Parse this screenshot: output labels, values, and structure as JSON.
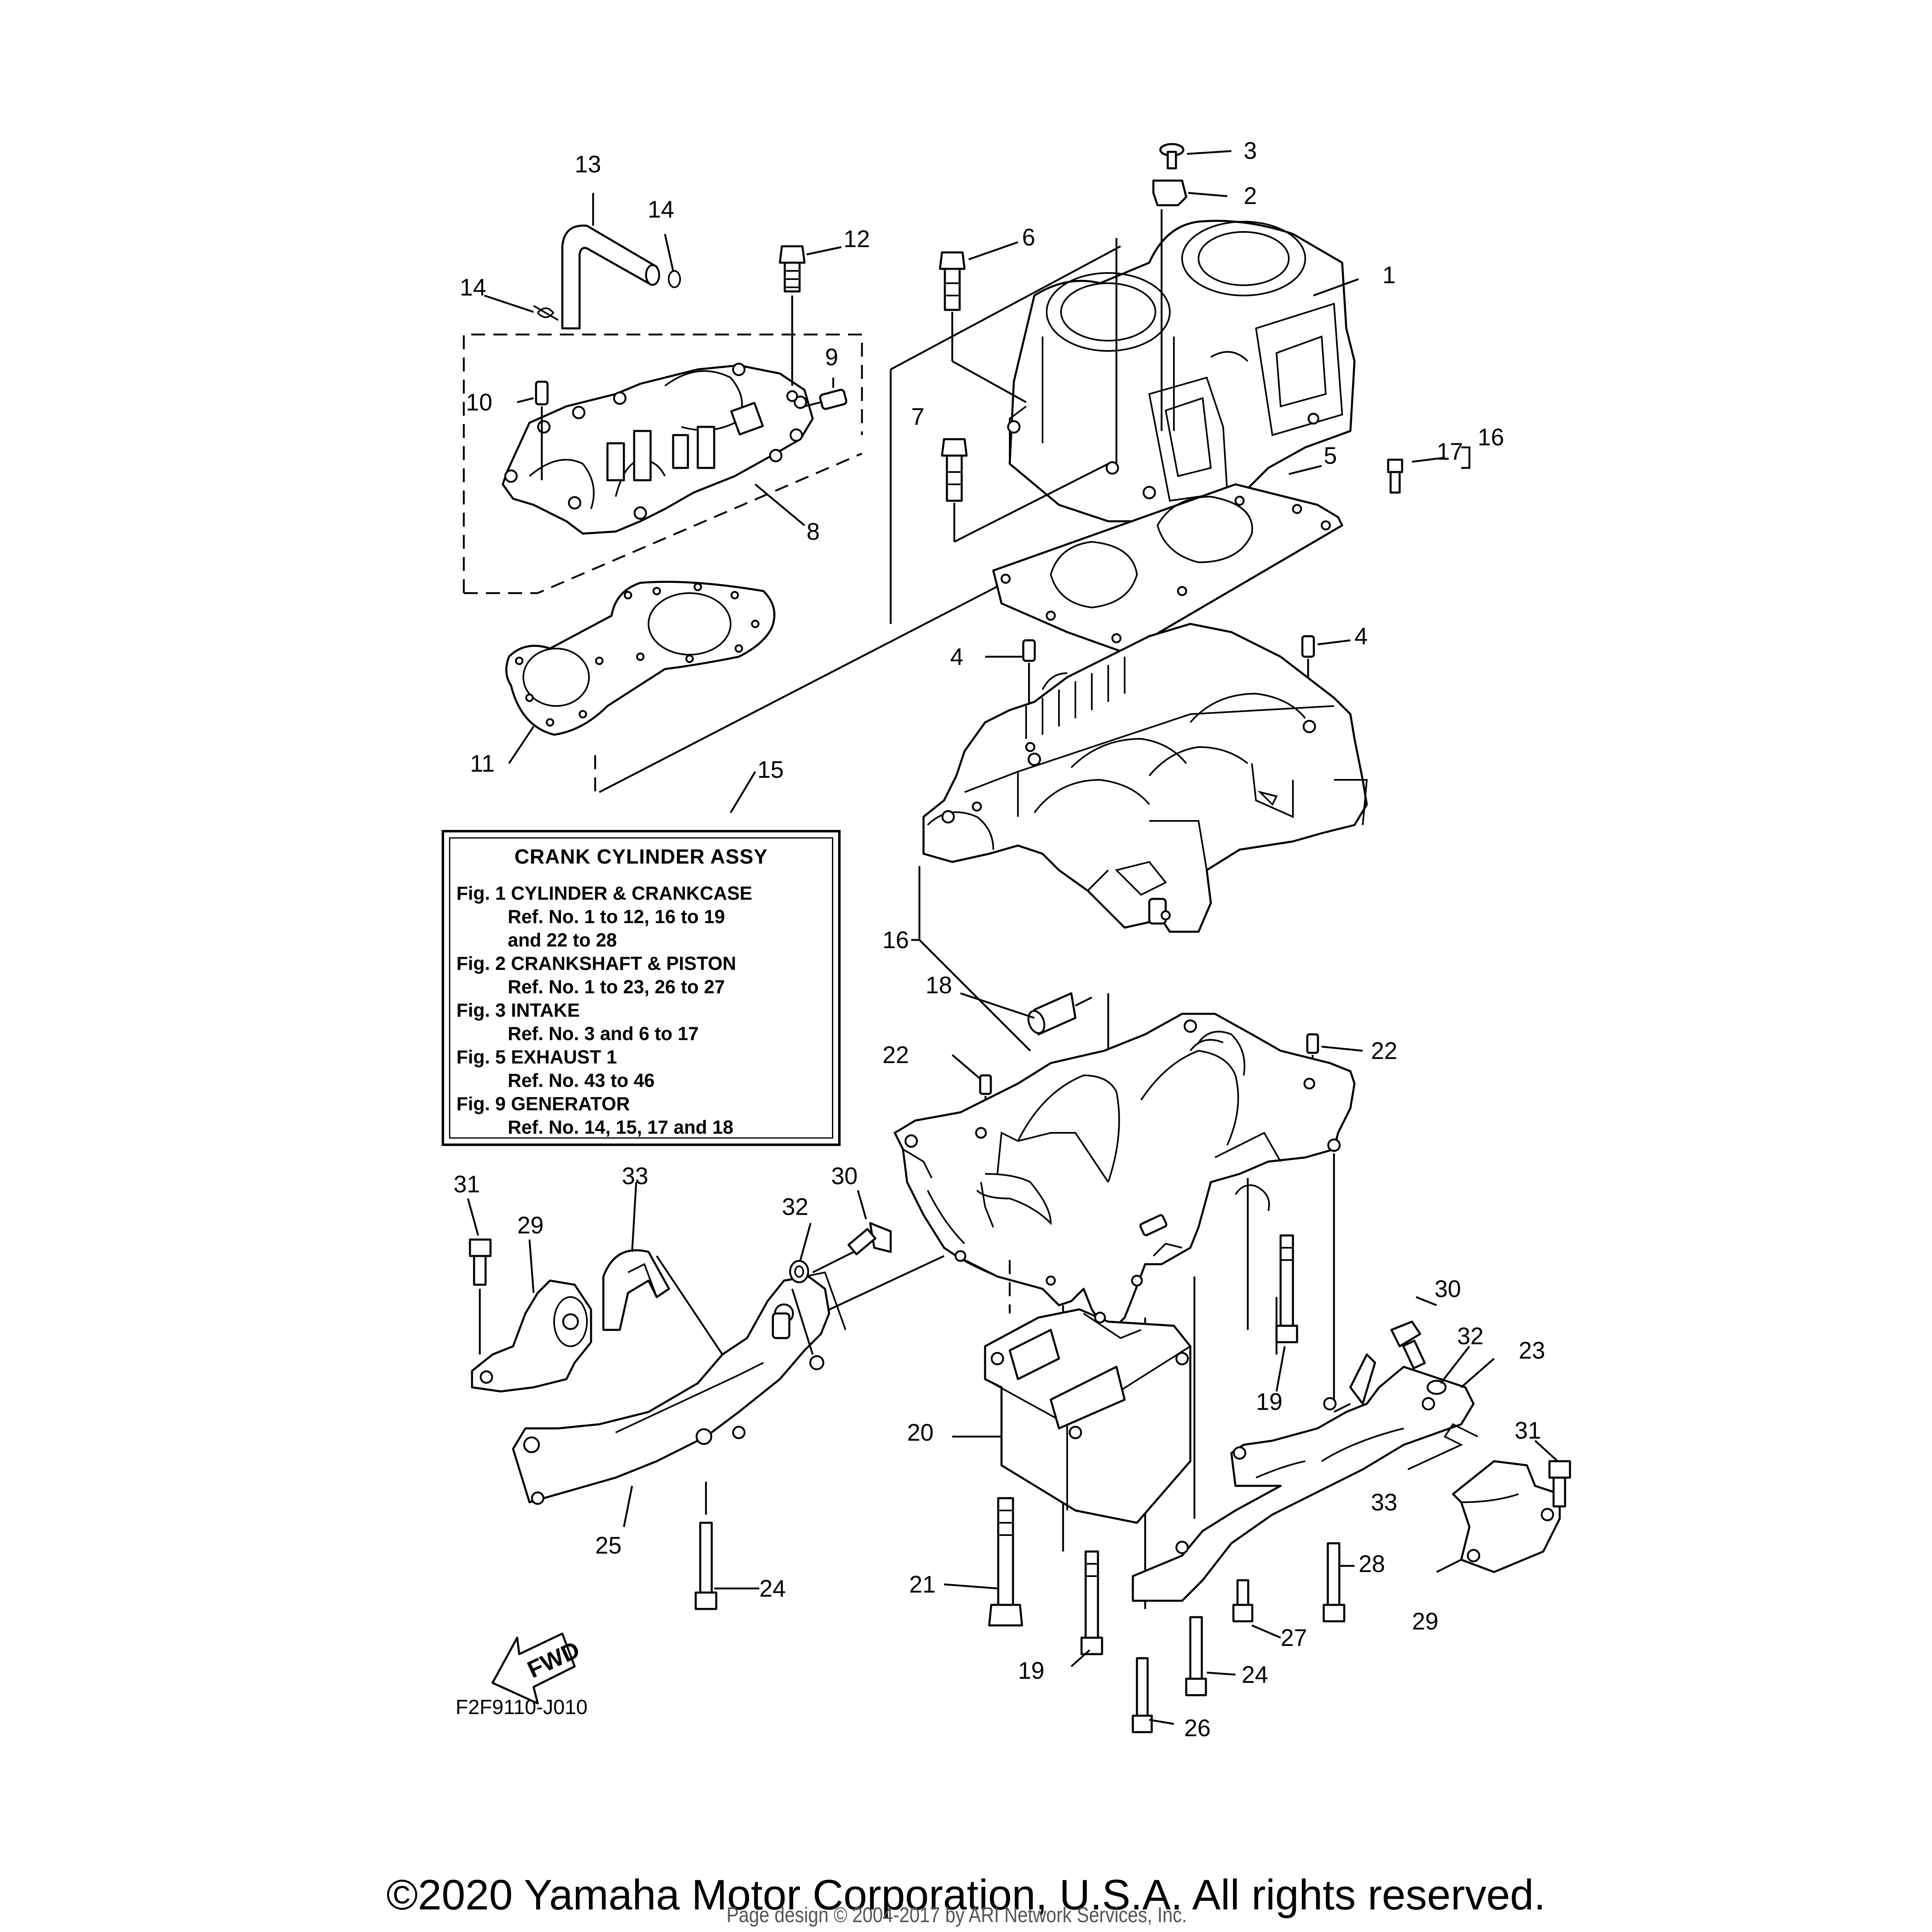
{
  "callouts": {
    "c1": "1",
    "c2": "2",
    "c3": "3",
    "c4a": "4",
    "c4b": "4",
    "c5": "5",
    "c6": "6",
    "c7": "7",
    "c8": "8",
    "c9": "9",
    "c10": "10",
    "c11": "11",
    "c12": "12",
    "c13": "13",
    "c14a": "14",
    "c14b": "14",
    "c15": "15",
    "c16a": "16",
    "c16b": "16",
    "c17": "17",
    "c18": "18",
    "c19a": "19",
    "c19b": "19",
    "c20": "20",
    "c21": "21",
    "c22a": "22",
    "c22b": "22",
    "c23": "23",
    "c24a": "24",
    "c24b": "24",
    "c25": "25",
    "c26": "26",
    "c27": "27",
    "c28": "28",
    "c29a": "29",
    "c29b": "29",
    "c30a": "30",
    "c30b": "30",
    "c31a": "31",
    "c31b": "31",
    "c32a": "32",
    "c32b": "32",
    "c33a": "33",
    "c33b": "33"
  },
  "legend": {
    "title": "CRANK  CYLINDER ASSY",
    "entries": [
      {
        "fig": "Fig. 1 CYLINDER & CRANKCASE",
        "refs": [
          "Ref. No. 1 to 12, 16 to 19",
          "and 22 to 28"
        ]
      },
      {
        "fig": "Fig. 2 CRANKSHAFT & PISTON",
        "refs": [
          "Ref. No. 1 to 23, 26 to 27"
        ]
      },
      {
        "fig": "Fig. 3 INTAKE",
        "refs": [
          "Ref. No. 3 and 6 to 17"
        ]
      },
      {
        "fig": "Fig. 5 EXHAUST 1",
        "refs": [
          "Ref. No. 43 to 46"
        ]
      },
      {
        "fig": "Fig. 9 GENERATOR",
        "refs": [
          "Ref. No. 14, 15, 17 and 18"
        ]
      }
    ]
  },
  "fwd_label": "FWD",
  "diagram_code": "F2F9110-J010",
  "copyright": "©2020 Yamaha Motor Corporation, U.S.A. All rights reserved.",
  "page_design": "Page design © 2004-2017 by ARI Network Services, Inc."
}
